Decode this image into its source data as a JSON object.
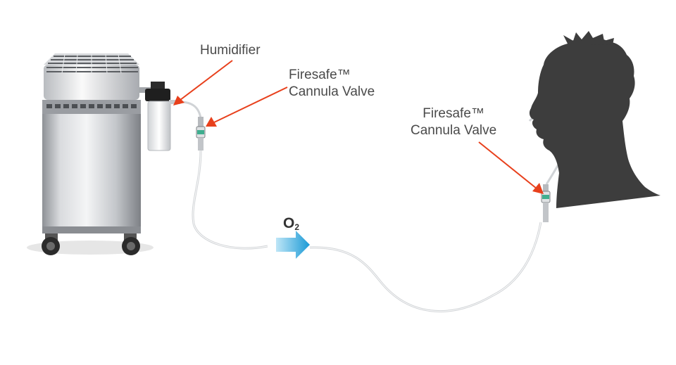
{
  "labels": {
    "humidifier": "Humidifier",
    "valve_1_line1": "Firesafe™",
    "valve_1_line2": "Cannula Valve",
    "valve_2_line1": "Firesafe™",
    "valve_2_line2": "Cannula Valve"
  },
  "flow": {
    "gas": "O",
    "subscript": "2"
  },
  "colors": {
    "pointer": "#e8401c",
    "flow_arrow": "#2aa7df",
    "silhouette": "#3d3d3d",
    "tubing": "#d0d3d6"
  }
}
